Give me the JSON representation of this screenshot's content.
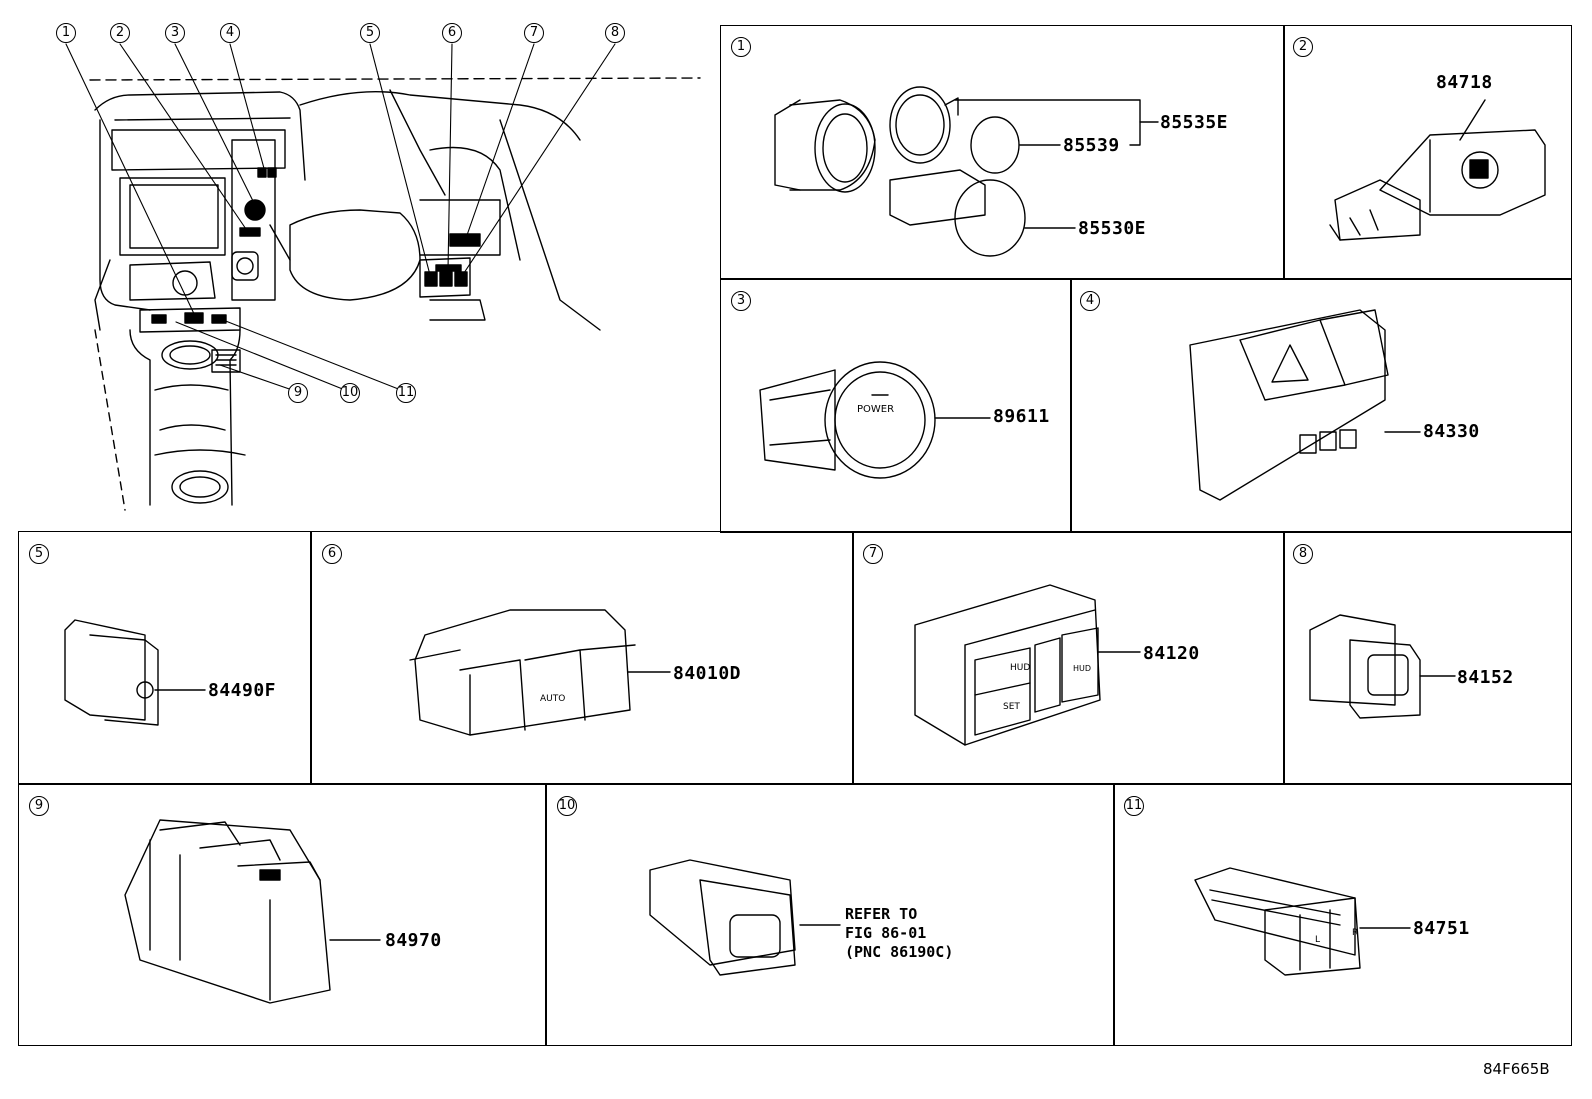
{
  "overview": {
    "callouts": [
      "1",
      "2",
      "3",
      "4",
      "5",
      "6",
      "7",
      "8",
      "9",
      "10",
      "11"
    ]
  },
  "cells": [
    {
      "index": "1",
      "parts": [
        "85535E",
        "85539",
        "85530E"
      ]
    },
    {
      "index": "2",
      "parts": [
        "84718"
      ]
    },
    {
      "index": "3",
      "parts": [
        "89611"
      ],
      "button_text": "POWER"
    },
    {
      "index": "4",
      "parts": [
        "84330"
      ]
    },
    {
      "index": "5",
      "parts": [
        "84490F"
      ]
    },
    {
      "index": "6",
      "parts": [
        "84010D"
      ],
      "button_text": "AUTO"
    },
    {
      "index": "7",
      "parts": [
        "84120"
      ],
      "button_text": [
        "HUD",
        "SET",
        "HUD"
      ]
    },
    {
      "index": "8",
      "parts": [
        "84152"
      ]
    },
    {
      "index": "9",
      "parts": [
        "84970"
      ]
    },
    {
      "index": "10",
      "note": [
        "REFER TO",
        "FIG 86-01",
        "(PNC 86190C)"
      ]
    },
    {
      "index": "11",
      "parts": [
        "84751"
      ],
      "button_text": [
        "L",
        "R"
      ]
    }
  ],
  "illustration_code": "84F665B"
}
